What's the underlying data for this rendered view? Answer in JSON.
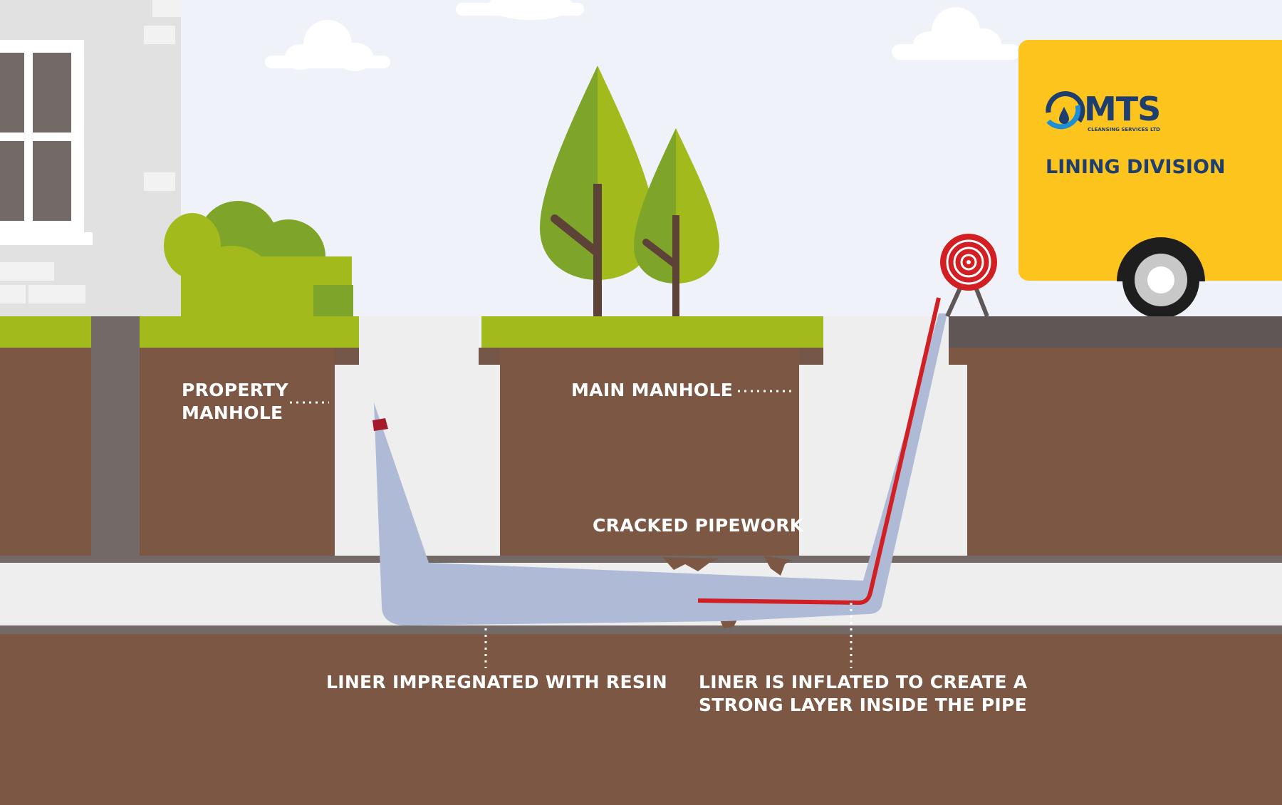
{
  "labels": {
    "property_manhole": [
      "PROPERTY",
      "MANHOLE"
    ],
    "main_manhole": "MAIN MANHOLE",
    "cracked_pipework": "CRACKED PIPEWORK",
    "liner_resin": "LINER IMPREGNATED WITH RESIN",
    "liner_inflated": [
      "LINER IS INFLATED TO CREATE A",
      "STRONG LAYER INSIDE THE PIPE"
    ]
  },
  "van": {
    "logo_text": "MTS",
    "logo_subtext": "CLEANSING SERVICES LTD",
    "division": "LINING DIVISION"
  },
  "colors": {
    "sky": "#eff2f8",
    "soil": "#7b5744",
    "grass": "#a3ba1c",
    "grass_dark": "#7ea52a",
    "liner": "#afbbd6",
    "liner_cord": "#d11f23",
    "van": "#fcc41c",
    "brand_navy": "#1d3e6e",
    "brand_blue": "#1c8fd6"
  }
}
